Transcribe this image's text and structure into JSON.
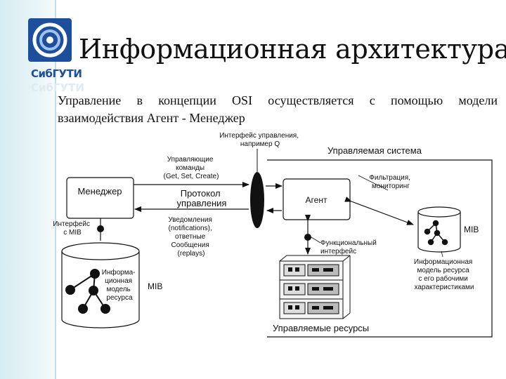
{
  "title": "Информационная архитектура",
  "logo": {
    "text": "СибГУТИ"
  },
  "intro": "Управление в концепции OSI осуществляется с помощью модели взаимодействия Агент - Менеджер",
  "diagram": {
    "mgmt_interface": [
      "Интерфейс управления,",
      "например Q"
    ],
    "managed_system": "Управляемая система",
    "control_commands": [
      "Управляющие",
      "команды",
      "(Get, Set, Create)"
    ],
    "manager": "Менеджер",
    "protocol": [
      "Протокол",
      "управления"
    ],
    "agent": "Агент",
    "filtering": [
      "Фильтрация,",
      "мониторинг"
    ],
    "mib_right": "MIB",
    "notifications": [
      "Уведомления",
      "(notifications),",
      "ответные",
      "Сообщения",
      "(replays)"
    ],
    "interface_mib": [
      "Интерфейс",
      "с MIB"
    ],
    "functional_interface": [
      "Функциональный",
      "интерфейс"
    ],
    "info_model_left": [
      "Информа-",
      "ционная",
      "модель",
      "ресурса"
    ],
    "mib_left": "MIB",
    "info_model_right": [
      "Информационная",
      "модель ресурса",
      "с его рабочими",
      "характеристиками"
    ],
    "managed_resources": "Управляемые ресурсы"
  }
}
